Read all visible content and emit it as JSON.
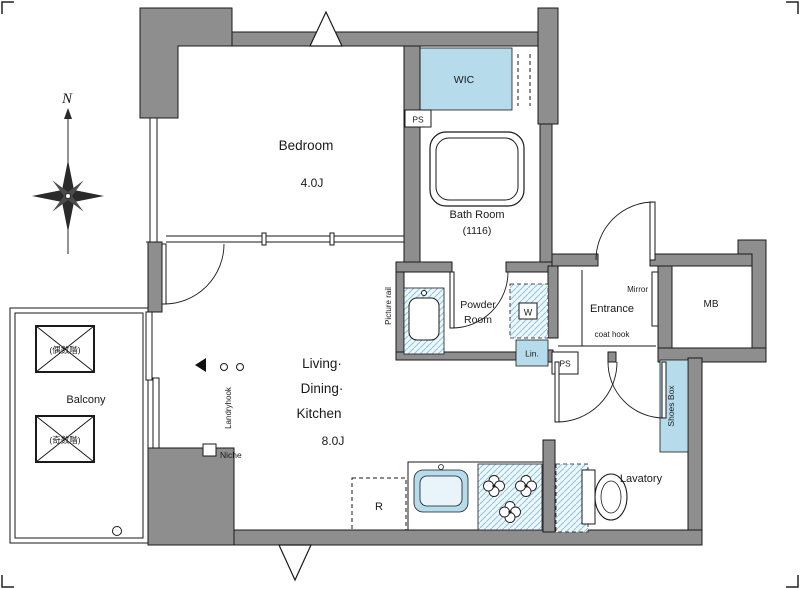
{
  "meta": {
    "type": "apartment-floor-plan"
  },
  "colors": {
    "wall_gray": "#8e8e8e",
    "fixture_blue": "#b6dcec",
    "hatch_blue": "#8fc6dd",
    "line": "#1a1a1a"
  },
  "compass": {
    "north": "N"
  },
  "rooms": {
    "bedroom": {
      "name": "Bedroom",
      "size": "4.0J"
    },
    "ldk": {
      "l1": "Living·",
      "l2": "Dining·",
      "l3": "Kitchen",
      "size": "8.0J"
    },
    "balcony": {
      "name": "Balcony",
      "hatch_even": "(偶数階)",
      "hatch_odd": "(奇数階)"
    },
    "bath": {
      "name": "Bath Room",
      "size": "(1116)"
    },
    "powder": {
      "l1": "Powder",
      "l2": "Room"
    },
    "entrance": {
      "name": "Entrance"
    },
    "lavatory": {
      "name": "Lavatory"
    },
    "wic": {
      "name": "WIC"
    },
    "mb": {
      "name": "MB"
    }
  },
  "fixtures": {
    "ps_top": "PS",
    "ps_mid": "PS",
    "washer": "W",
    "linen": "Lin.",
    "mirror": "Mirror",
    "coat_hook": "coat hook",
    "shoes_box": "Shoes Box",
    "picture_rail": "Picture rail",
    "laundry_hook": "Landryhook",
    "niche": "Niche",
    "fridge": "R"
  }
}
